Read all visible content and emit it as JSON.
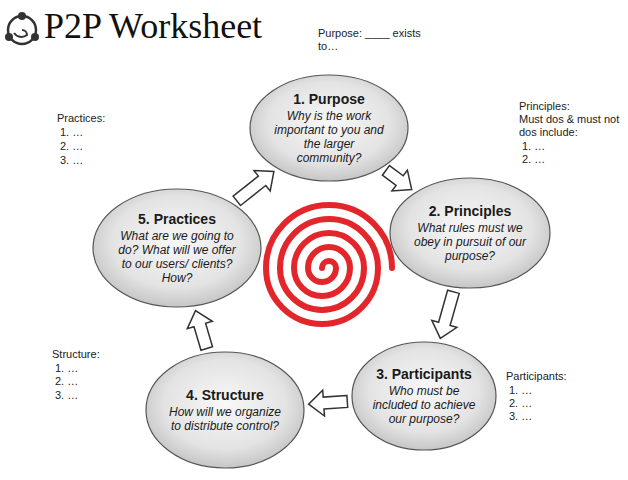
{
  "diagram": {
    "title": "P2P Worksheet",
    "nodes": [
      {
        "text": [
          "1. Purpose",
          "Why is the work important to you and the larger community?"
        ]
      },
      {
        "text": [
          "2. Principles",
          "What rules must we obey in pursuit of our purpose?"
        ]
      },
      {
        "text": [
          "3. Participants",
          "Who must be included to achieve our purpose?"
        ]
      },
      {
        "text": [
          "4. Structure",
          "How will we organize to distribute control?"
        ]
      },
      {
        "text": [
          "5. Practices",
          "What are we going to do? What will we offer to our users/ clients? How?"
        ]
      }
    ],
    "edges": [
      {
        "from": 0,
        "to": 1,
        "arrow": "to"
      },
      {
        "from": 1,
        "to": 2,
        "arrow": "to"
      },
      {
        "from": 2,
        "to": 3,
        "arrow": "to"
      },
      {
        "from": 3,
        "to": 4,
        "arrow": "to"
      },
      {
        "from": 4,
        "to": 0,
        "arrow": "to"
      }
    ],
    "labels": [
      "Purpose: ____ exists to…",
      "Practices:",
      "1. …",
      "2. …",
      "3. …",
      "Principles:",
      "Must dos & must not dos include:",
      "1. …",
      "2. …",
      "Participants:",
      "1. …",
      "2. …",
      "3. …",
      "Structure:",
      "1. …",
      "2. …",
      "3. …"
    ]
  }
}
